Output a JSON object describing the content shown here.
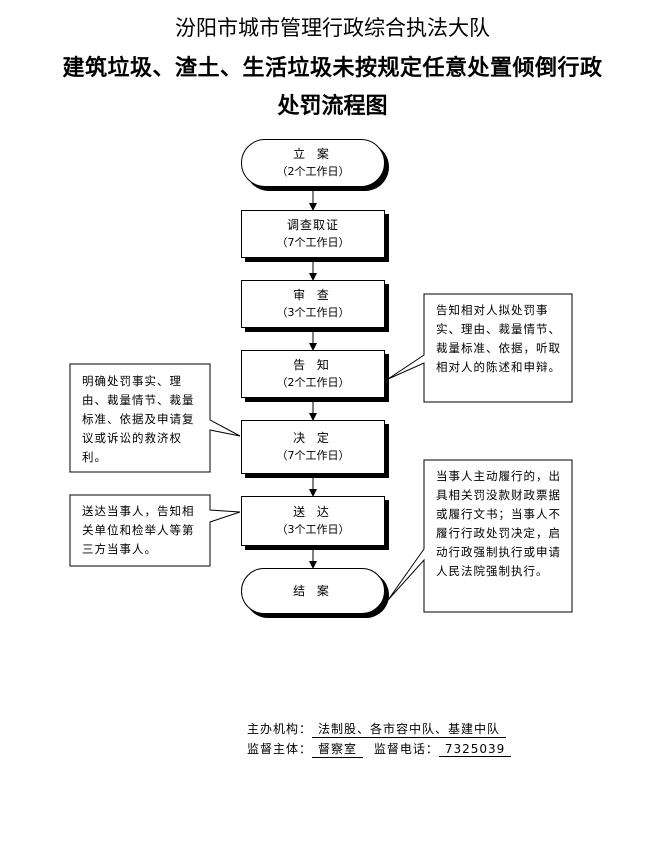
{
  "header": {
    "line1": "汾阳市城市管理行政综合执法大队",
    "line2": "建筑垃圾、渣土、生活垃圾未按规定任意处置倾倒行政",
    "line3": "处罚流程图"
  },
  "steps": [
    {
      "name": "立 案",
      "days": "（2个工作日）"
    },
    {
      "name": "调查取证",
      "days": "（7个工作日）"
    },
    {
      "name": "审 查",
      "days": "（3个工作日）"
    },
    {
      "name": "告 知",
      "days": "（2个工作日）"
    },
    {
      "name": "决 定",
      "days": "（7个工作日）"
    },
    {
      "name": "送 达",
      "days": "（3个工作日）"
    },
    {
      "name": "结 案",
      "days": ""
    }
  ],
  "notes": {
    "inform": "告知相对人拟处罚事实、理由、裁量情节、裁量标准、依据，听取相对人的陈述和申辩。",
    "decision": "明确处罚事实、理由、裁量情节、裁量标准、依据及申请复议或诉讼的救济权利。",
    "delivery": "送达当事人，告知相关单位和检举人等第三方当事人。",
    "closing": "当事人主动履行的，出具相关罚没款财政票据或履行文书；当事人不履行行政处罚决定，启动行政强制执行或申请人民法院强制执行。"
  },
  "footer": {
    "org_label": "主办机构：",
    "org_value": "法制股、各市容中队、基建中队",
    "supervisor_label": "监督主体：",
    "supervisor_value": "督察室",
    "phone_label": "监督电话：",
    "phone_value": "7325039"
  }
}
